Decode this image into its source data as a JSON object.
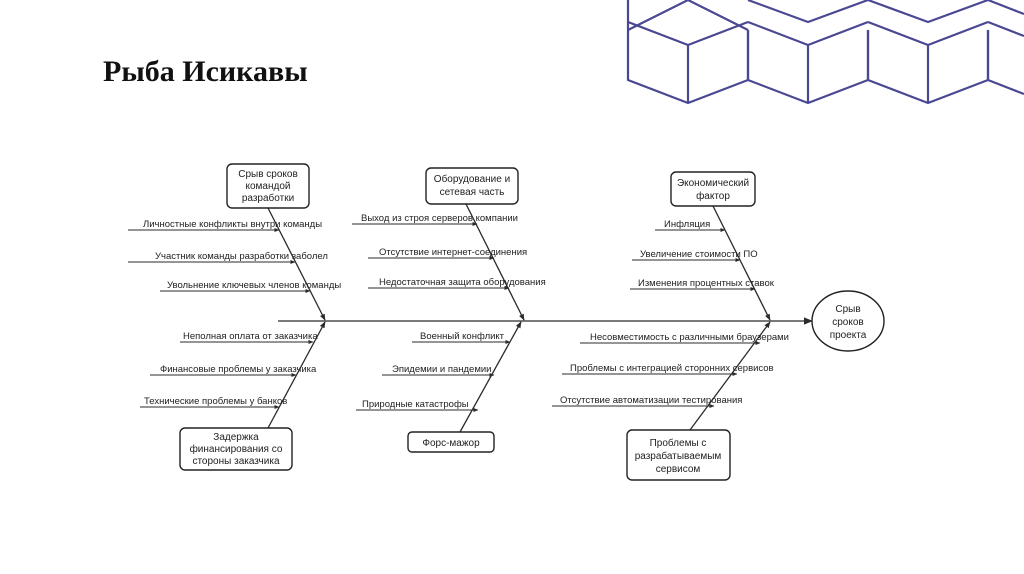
{
  "slide": {
    "title": "Рыба Исикавы"
  },
  "colors": {
    "decoration": "#4b4893",
    "line": "#2b2b2b"
  },
  "fishbone": {
    "effect": [
      "Срыв",
      "сроков",
      "проекта"
    ],
    "categories": [
      {
        "id": "team",
        "title": [
          "Срыв сроков",
          "командой",
          "разработки"
        ],
        "position": "top",
        "causes": [
          "Личностные конфликты внутри команды",
          "Участник команды разработки заболел",
          "Увольнение ключевых членов команды"
        ]
      },
      {
        "id": "equipment",
        "title": [
          "Оборудование и",
          "сетевая часть"
        ],
        "position": "top",
        "causes": [
          "Выход из строя серверов компании",
          "Отсутствие интернет-соединения",
          "Недостаточная защита оборудования"
        ]
      },
      {
        "id": "economic",
        "title": [
          "Экономический",
          "фактор"
        ],
        "position": "top",
        "causes": [
          "Инфляция",
          "Увеличение стоимости ПО",
          "Изменения процентных ставок"
        ]
      },
      {
        "id": "funding",
        "title": [
          "Задержка",
          "финансирования со",
          "стороны заказчика"
        ],
        "position": "bottom",
        "causes": [
          "Неполная оплата от заказчика",
          "Финансовые проблемы у заказчика",
          "Технические проблемы у банков"
        ]
      },
      {
        "id": "force-majeure",
        "title": [
          "Форс-мажор"
        ],
        "position": "bottom",
        "causes": [
          "Военный конфликт",
          "Эпидемии и пандемии",
          "Природные катастрофы"
        ]
      },
      {
        "id": "service",
        "title": [
          "Проблемы с",
          "разрабатываемым",
          "сервисом"
        ],
        "position": "bottom",
        "causes": [
          "Несовместимость с различными браузерами",
          "Проблемы с интеграцией сторонних сервисов",
          "Отсутствие автоматизации тестирования"
        ]
      }
    ]
  }
}
